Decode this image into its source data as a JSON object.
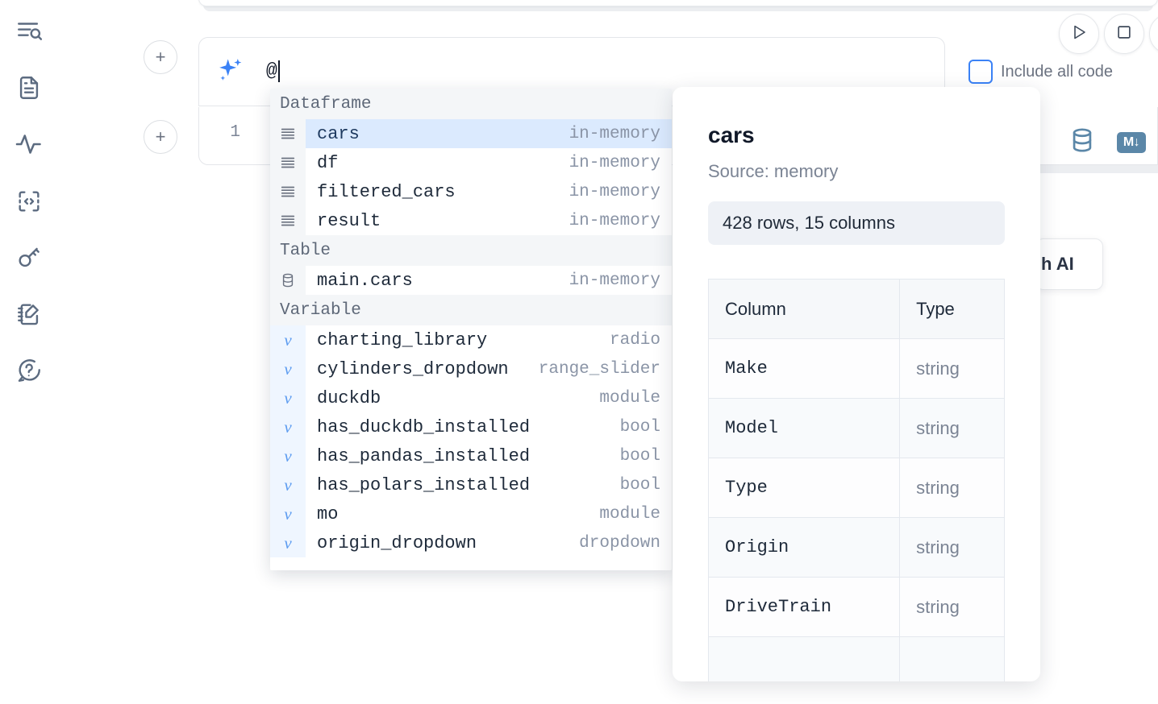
{
  "sidebar": {
    "items": [
      {
        "name": "outline-search-icon",
        "label": "Explore"
      },
      {
        "name": "file-document-icon",
        "label": "Files"
      },
      {
        "name": "activity-pulse-icon",
        "label": "Variables"
      },
      {
        "name": "code-brackets-icon",
        "label": "Snippets"
      },
      {
        "name": "key-icon",
        "label": "Secrets"
      },
      {
        "name": "notebook-pencil-icon",
        "label": "Scratchpad"
      },
      {
        "name": "help-chat-icon",
        "label": "Help"
      }
    ]
  },
  "toolbar": {
    "run_label": "Run",
    "stop_label": "Stop",
    "more_label": "More",
    "include_all_code_label": "Include all code",
    "include_all_code_checked": false
  },
  "ai_prompt": {
    "value": "@",
    "icon": "sparkle-icon",
    "accent_color": "#3b82f6"
  },
  "add_cell": {
    "label": "+"
  },
  "code_cell": {
    "line_number": "1"
  },
  "right_tools": {
    "database_icon_label": "Database",
    "markdown_badge": "M",
    "markdown_arrow": "↓",
    "icon_color": "#5b87a8"
  },
  "ai_card": {
    "text": "h AI"
  },
  "autocomplete": {
    "groups": [
      {
        "title": "Dataframe",
        "icon": "dataframe-lines-icon",
        "kind": "dataframe",
        "items": [
          {
            "name": "cars",
            "type": "in-memory",
            "selected": true
          },
          {
            "name": "df",
            "type": "in-memory",
            "selected": false
          },
          {
            "name": "filtered_cars",
            "type": "in-memory",
            "selected": false
          },
          {
            "name": "result",
            "type": "in-memory",
            "selected": false
          }
        ]
      },
      {
        "title": "Table",
        "icon": "database-icon",
        "kind": "table",
        "items": [
          {
            "name": "main.cars",
            "type": "in-memory",
            "selected": false
          }
        ]
      },
      {
        "title": "Variable",
        "icon": "variable-icon",
        "kind": "variable",
        "items": [
          {
            "name": "charting_library",
            "type": "radio",
            "selected": false
          },
          {
            "name": "cylinders_dropdown",
            "type": "range_slider",
            "selected": false
          },
          {
            "name": "duckdb",
            "type": "module",
            "selected": false
          },
          {
            "name": "has_duckdb_installed",
            "type": "bool",
            "selected": false
          },
          {
            "name": "has_pandas_installed",
            "type": "bool",
            "selected": false
          },
          {
            "name": "has_polars_installed",
            "type": "bool",
            "selected": false
          },
          {
            "name": "mo",
            "type": "module",
            "selected": false
          },
          {
            "name": "origin_dropdown",
            "type": "dropdown",
            "selected": false
          }
        ]
      }
    ]
  },
  "documentation": {
    "title": "cars",
    "source": "Source: memory",
    "summary": "428 rows, 15 columns",
    "table": {
      "headers": [
        "Column",
        "Type"
      ],
      "rows": [
        {
          "column": "Make",
          "type": "string"
        },
        {
          "column": "Model",
          "type": "string"
        },
        {
          "column": "Type",
          "type": "string"
        },
        {
          "column": "Origin",
          "type": "string"
        },
        {
          "column": "DriveTrain",
          "type": "string"
        }
      ]
    }
  }
}
